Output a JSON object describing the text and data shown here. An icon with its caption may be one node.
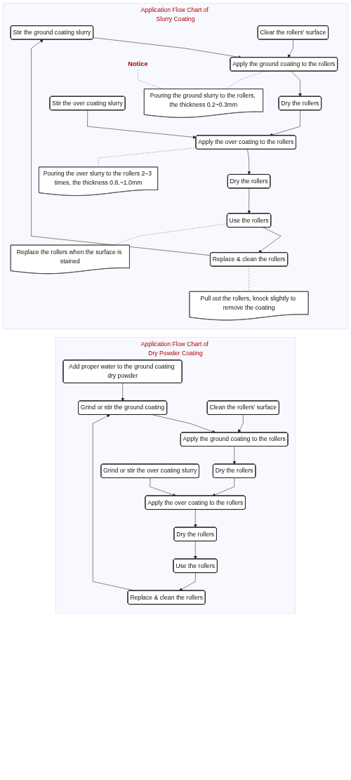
{
  "diagram": {
    "nodes": [
      {
        "text": [
          "Application Flow Chart of Slurry Coating"
        ]
      },
      {
        "text": [
          "Stir the ground coating slurry"
        ],
        "in": 0
      },
      {
        "text": [
          "Clear the rollers' surface"
        ],
        "in": 0
      },
      {
        "text": [
          "Apply the ground coating to the rollers"
        ],
        "in": 0
      },
      {
        "text": [
          "Dry the rollers"
        ],
        "in": 0
      },
      {
        "text": [
          "Stir the over coating slurry"
        ],
        "in": 0
      },
      {
        "text": [
          "Apply the over coating to the rollers"
        ],
        "in": 0
      },
      {
        "text": [
          "Dry the rollers"
        ],
        "in": 0
      },
      {
        "text": [
          "Use the rollers"
        ],
        "in": 0
      },
      {
        "text": [
          "Replace & clean the rollers"
        ],
        "in": 0
      },
      {
        "text": [
          "Notice"
        ],
        "in": 0
      },
      {
        "text": [
          "Pouring the ground slurry to the rollers, the thickness 0.2~0.3mm"
        ],
        "in": 0
      },
      {
        "text": [
          "Pouring the over slurry to the rollers 2–3 times, the thickness 0.8.~1.0mm"
        ],
        "in": 0
      },
      {
        "text": [
          "Replace the rollers when the surface is stained"
        ],
        "in": 0
      },
      {
        "text": [
          "Pull out the rollers, knock slightly to remove the coating"
        ],
        "in": 0
      },
      {
        "text": [
          "Application Flow Chart of Dry Powder Coating"
        ]
      },
      {
        "text": [
          "Add proper water to the ground coating dry powder"
        ],
        "in": 15
      },
      {
        "text": [
          "Grind or stir the ground coating"
        ],
        "in": 15
      },
      {
        "text": [
          "Clean the rollers' surface"
        ],
        "in": 15
      },
      {
        "text": [
          "Apply the ground coating to the rollers"
        ],
        "in": 15
      },
      {
        "text": [
          "Dry the rollers"
        ],
        "in": 15
      },
      {
        "text": [
          "Grind or stir the over coating slurry"
        ],
        "in": 15
      },
      {
        "text": [
          "Apply the over coating to the rollers"
        ],
        "in": 15
      },
      {
        "text": [
          "Dry the rollers"
        ],
        "in": 15
      },
      {
        "text": [
          "Use the rollers"
        ],
        "in": 15
      },
      {
        "text": [
          "Replace & clean the rollers"
        ],
        "in": 15
      }
    ],
    "edges": [
      {
        "from": 1,
        "to": 3,
        "arrow": "to"
      },
      {
        "from": 2,
        "to": 3,
        "arrow": "to"
      },
      {
        "from": 3,
        "to": 4,
        "arrow": "to"
      },
      {
        "from": 4,
        "to": 6,
        "arrow": "to"
      },
      {
        "from": 5,
        "to": 6,
        "arrow": "to"
      },
      {
        "from": 6,
        "to": 7,
        "arrow": "to"
      },
      {
        "from": 7,
        "to": 8,
        "arrow": "to"
      },
      {
        "from": 8,
        "to": 9,
        "arrow": "to"
      },
      {
        "from": 9,
        "to": 1,
        "arrow": "to"
      },
      {
        "from": 10,
        "to": 11,
        "arrow": "none",
        "style": "dashed"
      },
      {
        "from": 3,
        "to": 11,
        "arrow": "none",
        "style": "dashed"
      },
      {
        "from": 6,
        "to": 12,
        "arrow": "none",
        "style": "dashed"
      },
      {
        "from": 8,
        "to": 13,
        "arrow": "none",
        "style": "dashed"
      },
      {
        "from": 9,
        "to": 14,
        "arrow": "none",
        "style": "dashed"
      },
      {
        "from": 16,
        "to": 17,
        "arrow": "to"
      },
      {
        "from": 17,
        "to": 19,
        "arrow": "to"
      },
      {
        "from": 18,
        "to": 19,
        "arrow": "to"
      },
      {
        "from": 19,
        "to": 20,
        "arrow": "to"
      },
      {
        "from": 20,
        "to": 22,
        "arrow": "to"
      },
      {
        "from": 21,
        "to": 22,
        "arrow": "to"
      },
      {
        "from": 22,
        "to": 23,
        "arrow": "to"
      },
      {
        "from": 23,
        "to": 24,
        "arrow": "to"
      },
      {
        "from": 24,
        "to": 25,
        "arrow": "to"
      },
      {
        "from": 25,
        "to": 17,
        "arrow": "to"
      }
    ]
  }
}
